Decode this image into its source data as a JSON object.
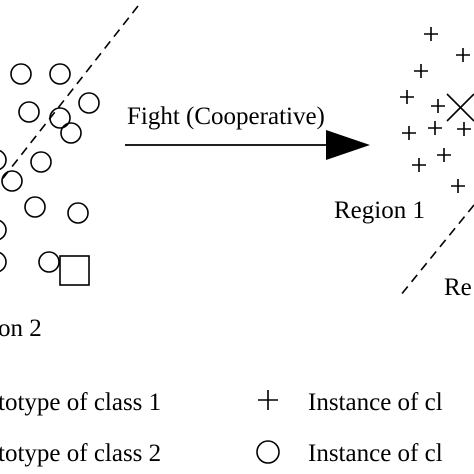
{
  "arrow_label": "Fight (Cooperative)",
  "region_left_label": "on 2",
  "region_right_label": "Region 1",
  "region_right_cut_label": "Re",
  "legend": {
    "row1_left": "totype of class 1",
    "row1_right": "Instance of cl",
    "row2_left": "totype of class 2",
    "row2_right": "Instance of cl"
  },
  "icons": {
    "plus": "plus-icon",
    "circle": "circle-icon",
    "square": "square-icon",
    "cross": "cross-icon"
  },
  "colors": {
    "ink": "#000000",
    "background": "#ffffff"
  }
}
